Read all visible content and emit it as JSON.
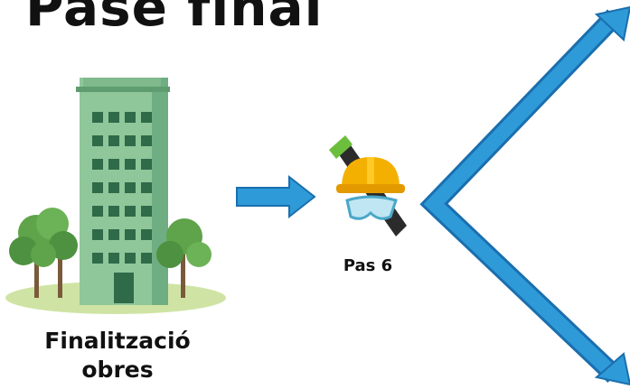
{
  "heading": "Pase final",
  "steps": {
    "completion_line1": "Finalització",
    "completion_line2": "obres",
    "step6_label": "Pas 6"
  },
  "colors": {
    "arrow": "#2f9ad8",
    "building": "#8fc79a",
    "windows": "#2f6a49",
    "helmet": "#f4b000",
    "ground": "#cfe4a4"
  },
  "icons": [
    "building-icon",
    "tree-icon",
    "arrow-right-icon",
    "flashlight-icon",
    "helmet-icon",
    "goggles-icon",
    "branch-arrows-icon"
  ]
}
